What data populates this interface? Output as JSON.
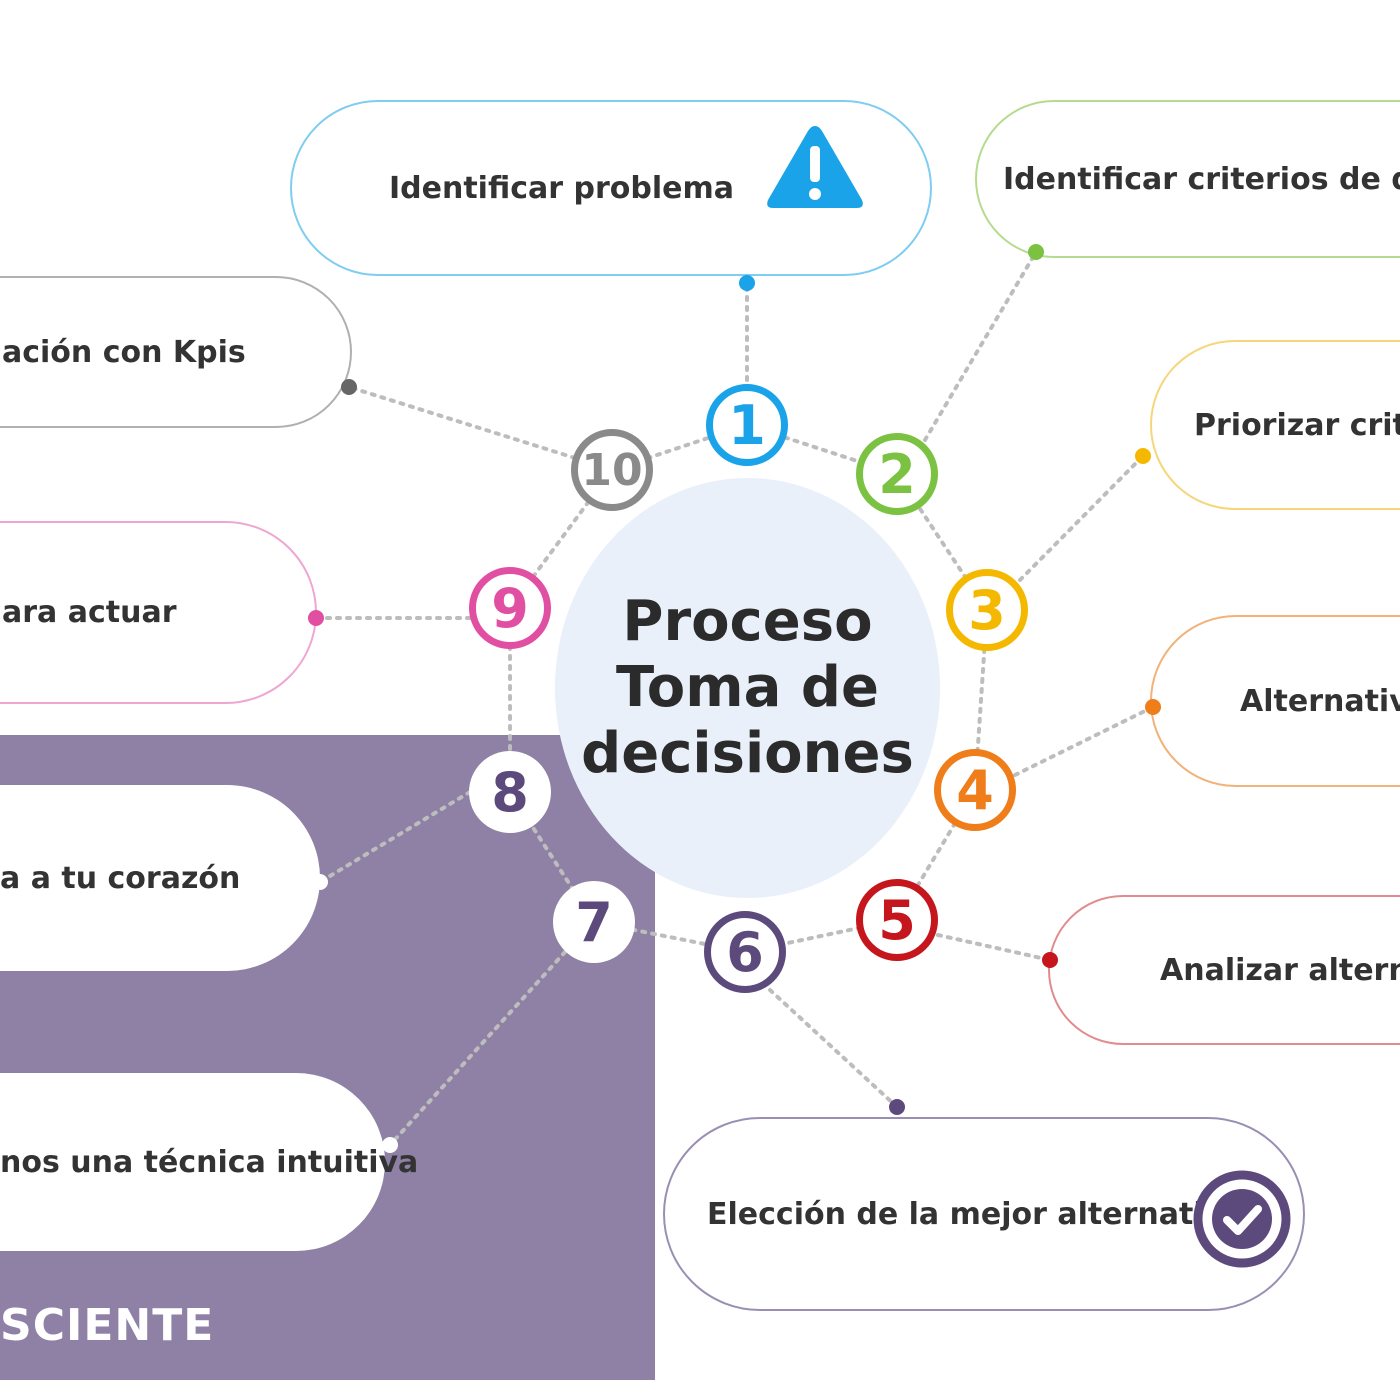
{
  "center": {
    "line1": "Proceso",
    "line2": "Toma de",
    "line3": "decisiones"
  },
  "panel_caption": "SCIENTE",
  "steps": [
    {
      "num": "1",
      "label": "Identificar problema",
      "color": "#1aa3e8"
    },
    {
      "num": "2",
      "label": "Identificar criterios de deci",
      "color": "#7cc242"
    },
    {
      "num": "3",
      "label": "Priorizar criteri",
      "color": "#f5b800"
    },
    {
      "num": "4",
      "label": "Alternativa",
      "color": "#ef7d1a"
    },
    {
      "num": "5",
      "label": "Analizar alternat",
      "color": "#c4161c"
    },
    {
      "num": "6",
      "label": "Elección de la mejor alternativa",
      "color": "#5c4a7d"
    },
    {
      "num": "7",
      "label": "nos una técnica intuitiva",
      "color": "#5c4a7d"
    },
    {
      "num": "8",
      "label": "a a tu corazón",
      "color": "#5c4a7d"
    },
    {
      "num": "9",
      "label": "ara actuar",
      "color": "#e14fa3"
    },
    {
      "num": "10",
      "label": "ación con Kpis",
      "color": "#8a8a8a"
    }
  ],
  "icons": {
    "warning": "warning-triangle-icon",
    "check": "check-circle-icon"
  },
  "colors": {
    "panel": "#8f80a5",
    "center_bg": "#e9f0f9",
    "connector": "#bdbdbd"
  }
}
